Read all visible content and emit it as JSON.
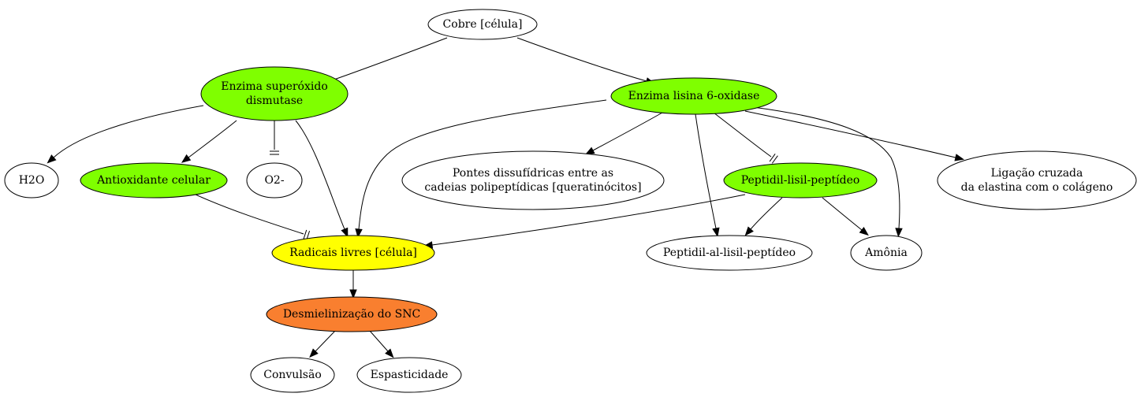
{
  "colors": {
    "default": "#ffffff",
    "green": "#7fff00",
    "yellow": "#ffff00",
    "orange": "#f97f2f"
  },
  "nodes": [
    {
      "id": "cobre",
      "lines": [
        "Cobre [célula]"
      ],
      "fill": "default"
    },
    {
      "id": "sod",
      "lines": [
        "Enzima superóxido",
        "dismutase"
      ],
      "fill": "green"
    },
    {
      "id": "lox",
      "lines": [
        "Enzima lisina 6-oxidase"
      ],
      "fill": "green"
    },
    {
      "id": "h2o",
      "lines": [
        "H2O"
      ],
      "fill": "default"
    },
    {
      "id": "antiox",
      "lines": [
        "Antioxidante celular"
      ],
      "fill": "green"
    },
    {
      "id": "o2",
      "lines": [
        "O2-"
      ],
      "fill": "default"
    },
    {
      "id": "pontes",
      "lines": [
        "Pontes dissufídricas entre as",
        "cadeias polipeptídicas [queratinócitos]"
      ],
      "fill": "default"
    },
    {
      "id": "peptidil",
      "lines": [
        "Peptidil-lisil-peptídeo"
      ],
      "fill": "green"
    },
    {
      "id": "ligacao",
      "lines": [
        "Ligação cruzada",
        "da elastina com o colágeno"
      ],
      "fill": "default"
    },
    {
      "id": "radicais",
      "lines": [
        "Radicais livres [célula]"
      ],
      "fill": "yellow"
    },
    {
      "id": "peptidil_al",
      "lines": [
        "Peptidil-al-lisil-peptídeo"
      ],
      "fill": "default"
    },
    {
      "id": "amonia",
      "lines": [
        "Amônia"
      ],
      "fill": "default"
    },
    {
      "id": "desmiel",
      "lines": [
        "Desmielinização do SNC"
      ],
      "fill": "orange"
    },
    {
      "id": "convulsao",
      "lines": [
        "Convulsão"
      ],
      "fill": "default"
    },
    {
      "id": "espasticidade",
      "lines": [
        "Espasticidade"
      ],
      "fill": "default"
    }
  ],
  "edges": [
    {
      "id": "cobre-sod",
      "from": "cobre",
      "to": "sod",
      "type": "arrow"
    },
    {
      "id": "cobre-lox",
      "from": "cobre",
      "to": "lox",
      "type": "arrow"
    },
    {
      "id": "sod-h2o",
      "from": "sod",
      "to": "h2o",
      "type": "arrow"
    },
    {
      "id": "sod-antiox",
      "from": "sod",
      "to": "antiox",
      "type": "arrow"
    },
    {
      "id": "sod-o2",
      "from": "sod",
      "to": "o2",
      "type": "inhibit"
    },
    {
      "id": "sod-radicais",
      "from": "sod",
      "to": "radicais",
      "type": "arrow"
    },
    {
      "id": "antiox-radicais",
      "from": "antiox",
      "to": "radicais",
      "type": "inhibit"
    },
    {
      "id": "lox-radicais",
      "from": "lox",
      "to": "radicais",
      "type": "arrow"
    },
    {
      "id": "lox-pontes",
      "from": "lox",
      "to": "pontes",
      "type": "arrow"
    },
    {
      "id": "lox-peptidil",
      "from": "lox",
      "to": "peptidil",
      "type": "inhibit"
    },
    {
      "id": "lox-ligacao",
      "from": "lox",
      "to": "ligacao",
      "type": "arrow"
    },
    {
      "id": "lox-peptidil_al",
      "from": "lox",
      "to": "peptidil_al",
      "type": "arrow"
    },
    {
      "id": "lox-amonia",
      "from": "lox",
      "to": "amonia",
      "type": "arrow"
    },
    {
      "id": "peptidil-radicais",
      "from": "peptidil",
      "to": "radicais",
      "type": "arrow"
    },
    {
      "id": "peptidil-peptidil_al",
      "from": "peptidil",
      "to": "peptidil_al",
      "type": "arrow"
    },
    {
      "id": "peptidil-amonia",
      "from": "peptidil",
      "to": "amonia",
      "type": "arrow"
    },
    {
      "id": "radicais-desmiel",
      "from": "radicais",
      "to": "desmiel",
      "type": "arrow"
    },
    {
      "id": "desmiel-convulsao",
      "from": "desmiel",
      "to": "convulsao",
      "type": "arrow"
    },
    {
      "id": "desmiel-espasticidade",
      "from": "desmiel",
      "to": "espasticidade",
      "type": "arrow"
    }
  ]
}
